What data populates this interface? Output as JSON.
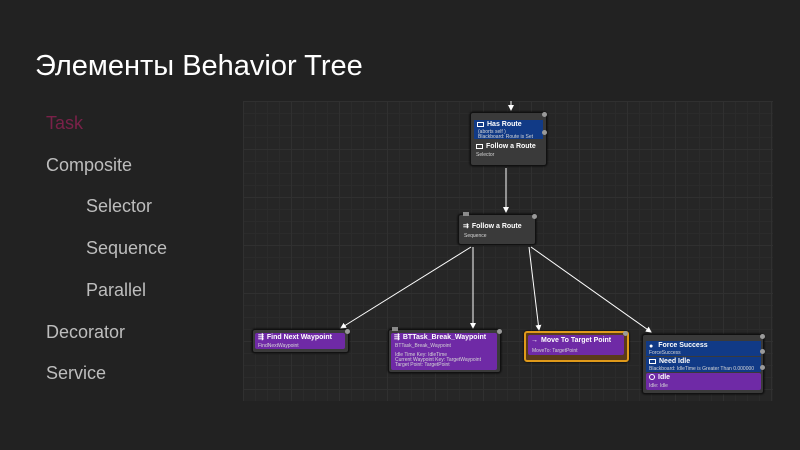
{
  "slide": {
    "title": "Элементы Behavior Tree",
    "bullets": [
      "Task",
      "Composite",
      "Selector",
      "Sequence",
      "Parallel",
      "Decorator",
      "Service"
    ]
  },
  "graph": {
    "root": {
      "decorator_title": "Has Route",
      "decorator_line1": "(aborts self )",
      "decorator_line2": "Blackboard: Route is Set",
      "title": "Follow a Route",
      "subtitle": "Selector"
    },
    "sequence": {
      "title": "Follow a Route",
      "subtitle": "Sequence"
    },
    "find_next": {
      "title": "Find Next Waypoint",
      "subtitle": "FindNextWaypoint"
    },
    "break_waypoint": {
      "title": "BTTask_Break_Waypoint",
      "subtitle": "BTTask_Break_Waypoint",
      "line1": "Idle Time Key: IdleTime",
      "line2": "Current Waypoint Key: TargetWaypoint",
      "line3": "Target Point: TargetPoint"
    },
    "move_to": {
      "title": "Move To Target Point",
      "subtitle": "MoveTo: TargetPoint"
    },
    "force_success": {
      "decorator_title": "Force Success",
      "decorator_subtitle": "ForceSuccess",
      "need_idle_title": "Need Idle",
      "need_idle_line": "Blackboard: IdleTime is Greater Than 0.000000",
      "title": "Idle",
      "subtitle": "Idle: Idle"
    },
    "colors": {
      "decorator_blue": "#113a86",
      "task_purple": "#6f2aa6",
      "active_highlight": "#e09a1a",
      "active_bullet": "#7a2149"
    }
  }
}
